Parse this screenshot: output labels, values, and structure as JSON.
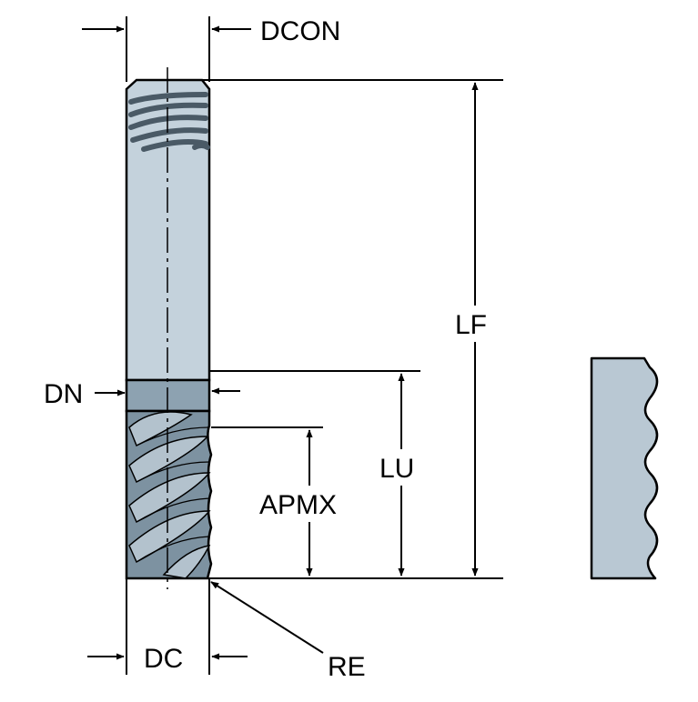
{
  "colors": {
    "shank": "#c4d2dc",
    "neck": "#8da2b1",
    "flute_dark": "#6f8494",
    "flute_light": "#aebdc8",
    "line": "#000000",
    "profile_fill": "#b9c8d3"
  },
  "labels": {
    "dcon": "DCON",
    "dn": "DN",
    "lf": "LF",
    "lu": "LU",
    "apmx": "APMX",
    "dc": "DC",
    "re": "RE"
  }
}
